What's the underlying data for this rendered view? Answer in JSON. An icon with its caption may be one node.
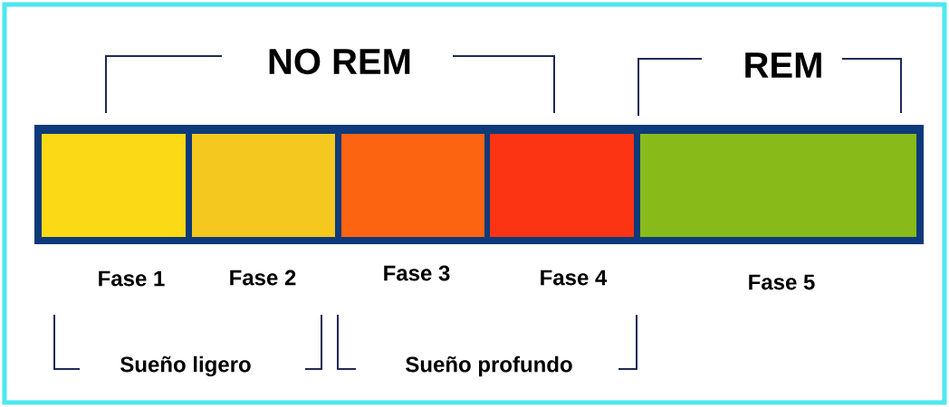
{
  "diagram": {
    "nodes": [
      {
        "text": [],
        "shape": "bar"
      },
      {
        "text": [],
        "shape": "box",
        "in": 0,
        "beside": [
          "Fase 1"
        ]
      },
      {
        "text": [],
        "shape": "box",
        "in": 0,
        "beside": [
          "Fase 2"
        ]
      },
      {
        "text": [],
        "shape": "box",
        "in": 0,
        "beside": [
          "Fase 3"
        ]
      },
      {
        "text": [],
        "shape": "box",
        "in": 0,
        "beside": [
          "Fase 4"
        ]
      },
      {
        "text": [],
        "shape": "box",
        "in": 0,
        "beside": [
          "Fase 5"
        ]
      }
    ],
    "labels": [
      "NO REM",
      "REM",
      "Sueño ligero",
      "Sueño profundo"
    ]
  }
}
